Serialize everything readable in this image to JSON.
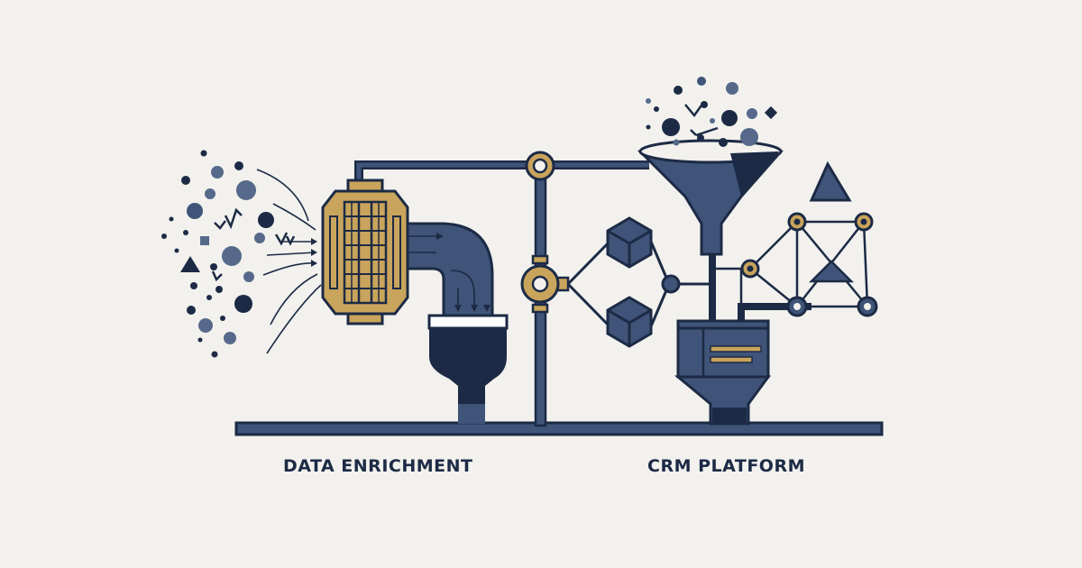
{
  "labels": {
    "left": "DATA ENRICHMENT",
    "right": "CRM PLATFORM"
  },
  "palette": {
    "background": "#f2f1ed",
    "navy": "#1c2a45",
    "slate": "#3f5478",
    "steel": "#56698a",
    "gold": "#c9a45c"
  },
  "icons": [
    "data-particles",
    "enrichment-filter",
    "curved-pipe",
    "collection-hopper",
    "valve",
    "funnel",
    "network-graph",
    "crm-processor",
    "cube"
  ]
}
